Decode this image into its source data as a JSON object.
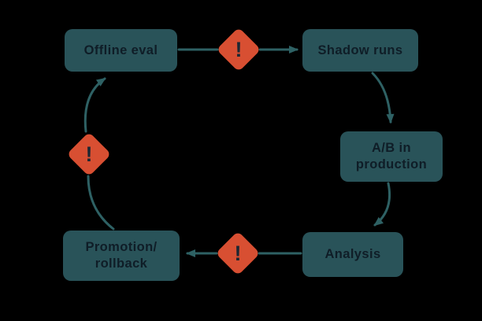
{
  "diagram": {
    "background": "#000000",
    "colors": {
      "background": "#000000",
      "node_fill": "#295359",
      "node_text": "#0f1d27",
      "arrow": "#2e6164",
      "warning_fill": "#d84f32",
      "warning_text": "#1c2733"
    },
    "nodes": [
      {
        "id": "offline-eval",
        "label": "Offline eval"
      },
      {
        "id": "shadow-runs",
        "label": "Shadow runs"
      },
      {
        "id": "ab-production",
        "label": "A/B in\nproduction"
      },
      {
        "id": "analysis",
        "label": "Analysis"
      },
      {
        "id": "promotion-rollback",
        "label": "Promotion/\nrollback"
      }
    ],
    "warnings": [
      {
        "id": "warning-top",
        "symbol": "!",
        "position": "between Offline eval and Shadow runs"
      },
      {
        "id": "warning-left",
        "symbol": "!",
        "position": "between Promotion/rollback and Offline eval"
      },
      {
        "id": "warning-bottom",
        "symbol": "!",
        "position": "between Analysis and Promotion/rollback"
      }
    ],
    "edges": [
      {
        "from": "Offline eval",
        "to": "Shadow runs",
        "via_warning": true
      },
      {
        "from": "Shadow runs",
        "to": "A/B in production",
        "via_warning": false
      },
      {
        "from": "A/B in production",
        "to": "Analysis",
        "via_warning": false
      },
      {
        "from": "Analysis",
        "to": "Promotion/rollback",
        "via_warning": true
      },
      {
        "from": "Promotion/rollback",
        "to": "Offline eval",
        "via_warning": true
      }
    ]
  }
}
